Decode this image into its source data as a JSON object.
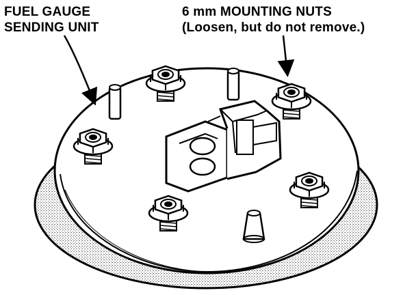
{
  "labels": {
    "sending_unit": {
      "line1": "FUEL GAUGE",
      "line2": "SENDING UNIT"
    },
    "mounting_nuts": {
      "line1": "6 mm MOUNTING NUTS",
      "line2": "(Loosen, but do not remove.)"
    }
  },
  "colors": {
    "ink": "#000000",
    "paper": "#ffffff",
    "stipple": "#8a8a8a"
  },
  "icons": [
    "hex-nut-icon",
    "mounting-stud-icon",
    "arrow-leader-icon"
  ]
}
